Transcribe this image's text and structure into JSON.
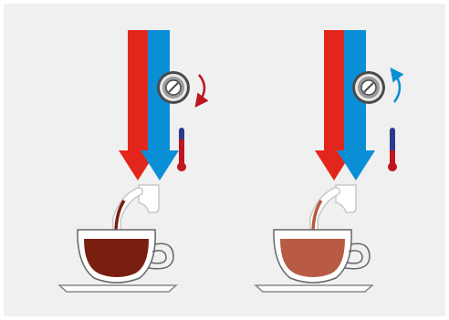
{
  "colors": {
    "background": "#f0f0f0",
    "outer_border": "#ffffff",
    "hot_arrow": "#e3261b",
    "cold_arrow": "#0a8fd6",
    "outline": "#c8c8c8",
    "cup_stroke": "#666666",
    "cup_fill": "#ffffff",
    "dial_ring": "#4a4a4a",
    "dial_face": "#9a9a9a",
    "thermo_hot": "#c0161f",
    "thermo_cold": "#2e3a8c",
    "strong_coffee": "#7a1e10",
    "light_coffee": "#b85a44",
    "rotate_hot": "#c0161f",
    "rotate_cold": "#0a8fd6"
  },
  "panels": [
    {
      "id": "strong",
      "dial_icon": "mixing-dial-icon",
      "rotation_icon": "rotate-clockwise-icon",
      "rotation_direction": "clockwise",
      "thermometer_icon": "thermometer-icon",
      "thermometer_level": 0.75,
      "coffee_color_key": "strong_coffee"
    },
    {
      "id": "mild",
      "dial_icon": "mixing-dial-icon",
      "rotation_icon": "rotate-counterclockwise-icon",
      "rotation_direction": "counterclockwise",
      "thermometer_icon": "thermometer-icon",
      "thermometer_level": 0.35,
      "coffee_color_key": "light_coffee"
    }
  ]
}
